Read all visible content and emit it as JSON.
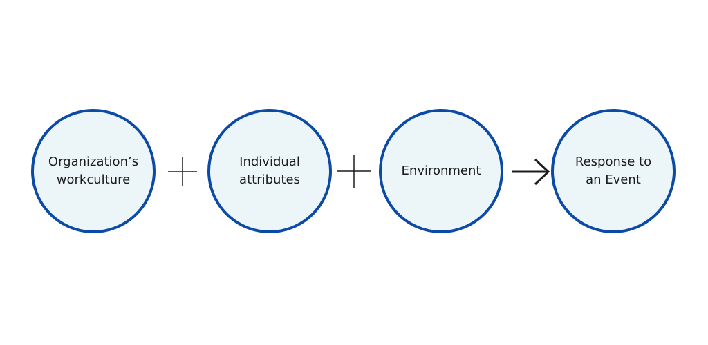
{
  "diagram": {
    "nodes": [
      {
        "label": "Organization’s\nworkculture"
      },
      {
        "label": "Individual\nattributes"
      },
      {
        "label": "Environment"
      },
      {
        "label": "Response to\nan Event"
      }
    ],
    "connectors": [
      "plus",
      "plus",
      "arrow"
    ],
    "colors": {
      "node_fill": "#ecf6f8",
      "node_border": "#0b4aa6",
      "connector": "#1c1c1c",
      "text": "#1c1c1c"
    }
  }
}
